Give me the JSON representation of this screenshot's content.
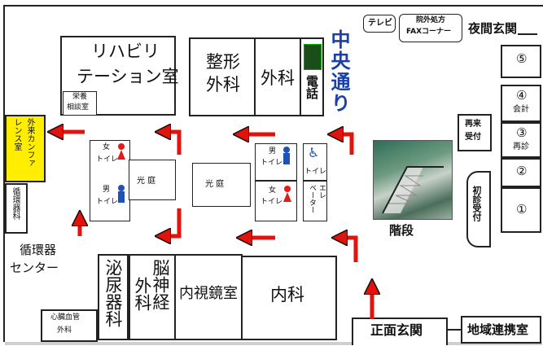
{
  "rooms": {
    "rehab_line1": "リハビリ",
    "rehab_line2": "テーション室",
    "nutrition_line1": "栄養",
    "nutrition_line2": "相談室",
    "ortho_line1": "整形",
    "ortho_line2": "外科",
    "surgery": "外科",
    "telephone": "電話",
    "central_corridor": "中央通り",
    "tv": "テレビ",
    "fax_line1": "院外処方",
    "fax_line2": "FAXコーナー",
    "night_entrance": "夜間玄関",
    "r5": "⑤",
    "r4": "④",
    "r4_label": "会計",
    "r3": "③",
    "r3_label": "再診",
    "r2": "②",
    "r1": "①",
    "revisit_line1": "再来",
    "revisit_line2": "受付",
    "first_visit": "初診受付",
    "stairs": "階段",
    "conf_line1": "外来カンファ",
    "conf_line2": "レンス室",
    "circ_dept": "循環器科",
    "circ_center_line1": "循環器",
    "circ_center_line2": "センター",
    "cardio_line1": "心臓血管",
    "cardio_line2": "外科",
    "women": "女",
    "men": "男",
    "toilet": "トイレ",
    "courtyard": "光 庭",
    "elevator_line1": "エレ",
    "elevator_line2": "ベーター",
    "urology": "泌尿器科",
    "neuro_line1": "脳神経",
    "neuro_line2": "外科",
    "endoscopy": "内視鏡室",
    "internal_medicine": "内科",
    "main_entrance": "正面玄関",
    "regional_liaison": "地域連携室"
  },
  "icons": {
    "wheelchair": "♿"
  },
  "colors": {
    "arrow": "#e3120b",
    "conference_room": "#ffee00",
    "central_corridor_text": "#1a3fa8",
    "women_icon": "#e21b1b",
    "men_icon": "#1f52b8"
  }
}
